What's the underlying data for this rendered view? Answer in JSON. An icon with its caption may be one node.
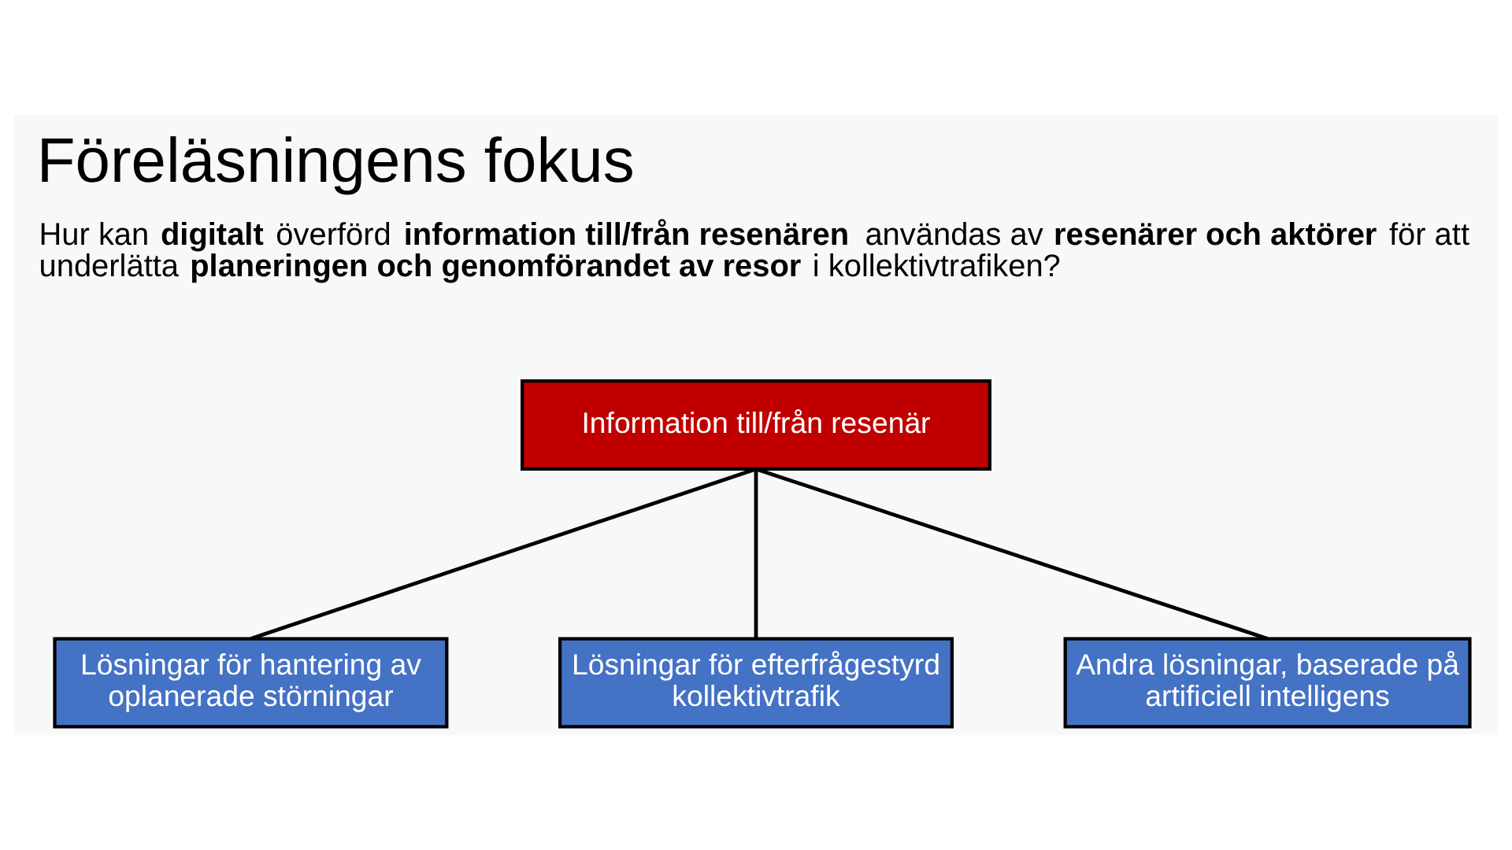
{
  "diagram": {
    "title": "Föreläsningens fokus",
    "nodes": [
      {
        "text": [
          "Information till/från resenär"
        ]
      },
      {
        "text": [
          "Lösningar för hantering av oplanerade störningar"
        ]
      },
      {
        "text": [
          "Lösningar för efterfrågestyrd kollektivtrafik"
        ]
      },
      {
        "text": [
          "Andra lösningar, baserade på artificiell intelligens"
        ]
      }
    ],
    "edges": [
      {
        "from": 0,
        "to": 1,
        "arrow": "none"
      },
      {
        "from": 0,
        "to": 2,
        "arrow": "none"
      },
      {
        "from": 0,
        "to": 3,
        "arrow": "none"
      }
    ],
    "labels": [
      "Hur kan **digitalt** överförd **information till/från resenären** användas av **resenärer och aktörer** för att underlätta **planeringen och genomförandet av resor** i kollektivtrafiken?"
    ]
  }
}
